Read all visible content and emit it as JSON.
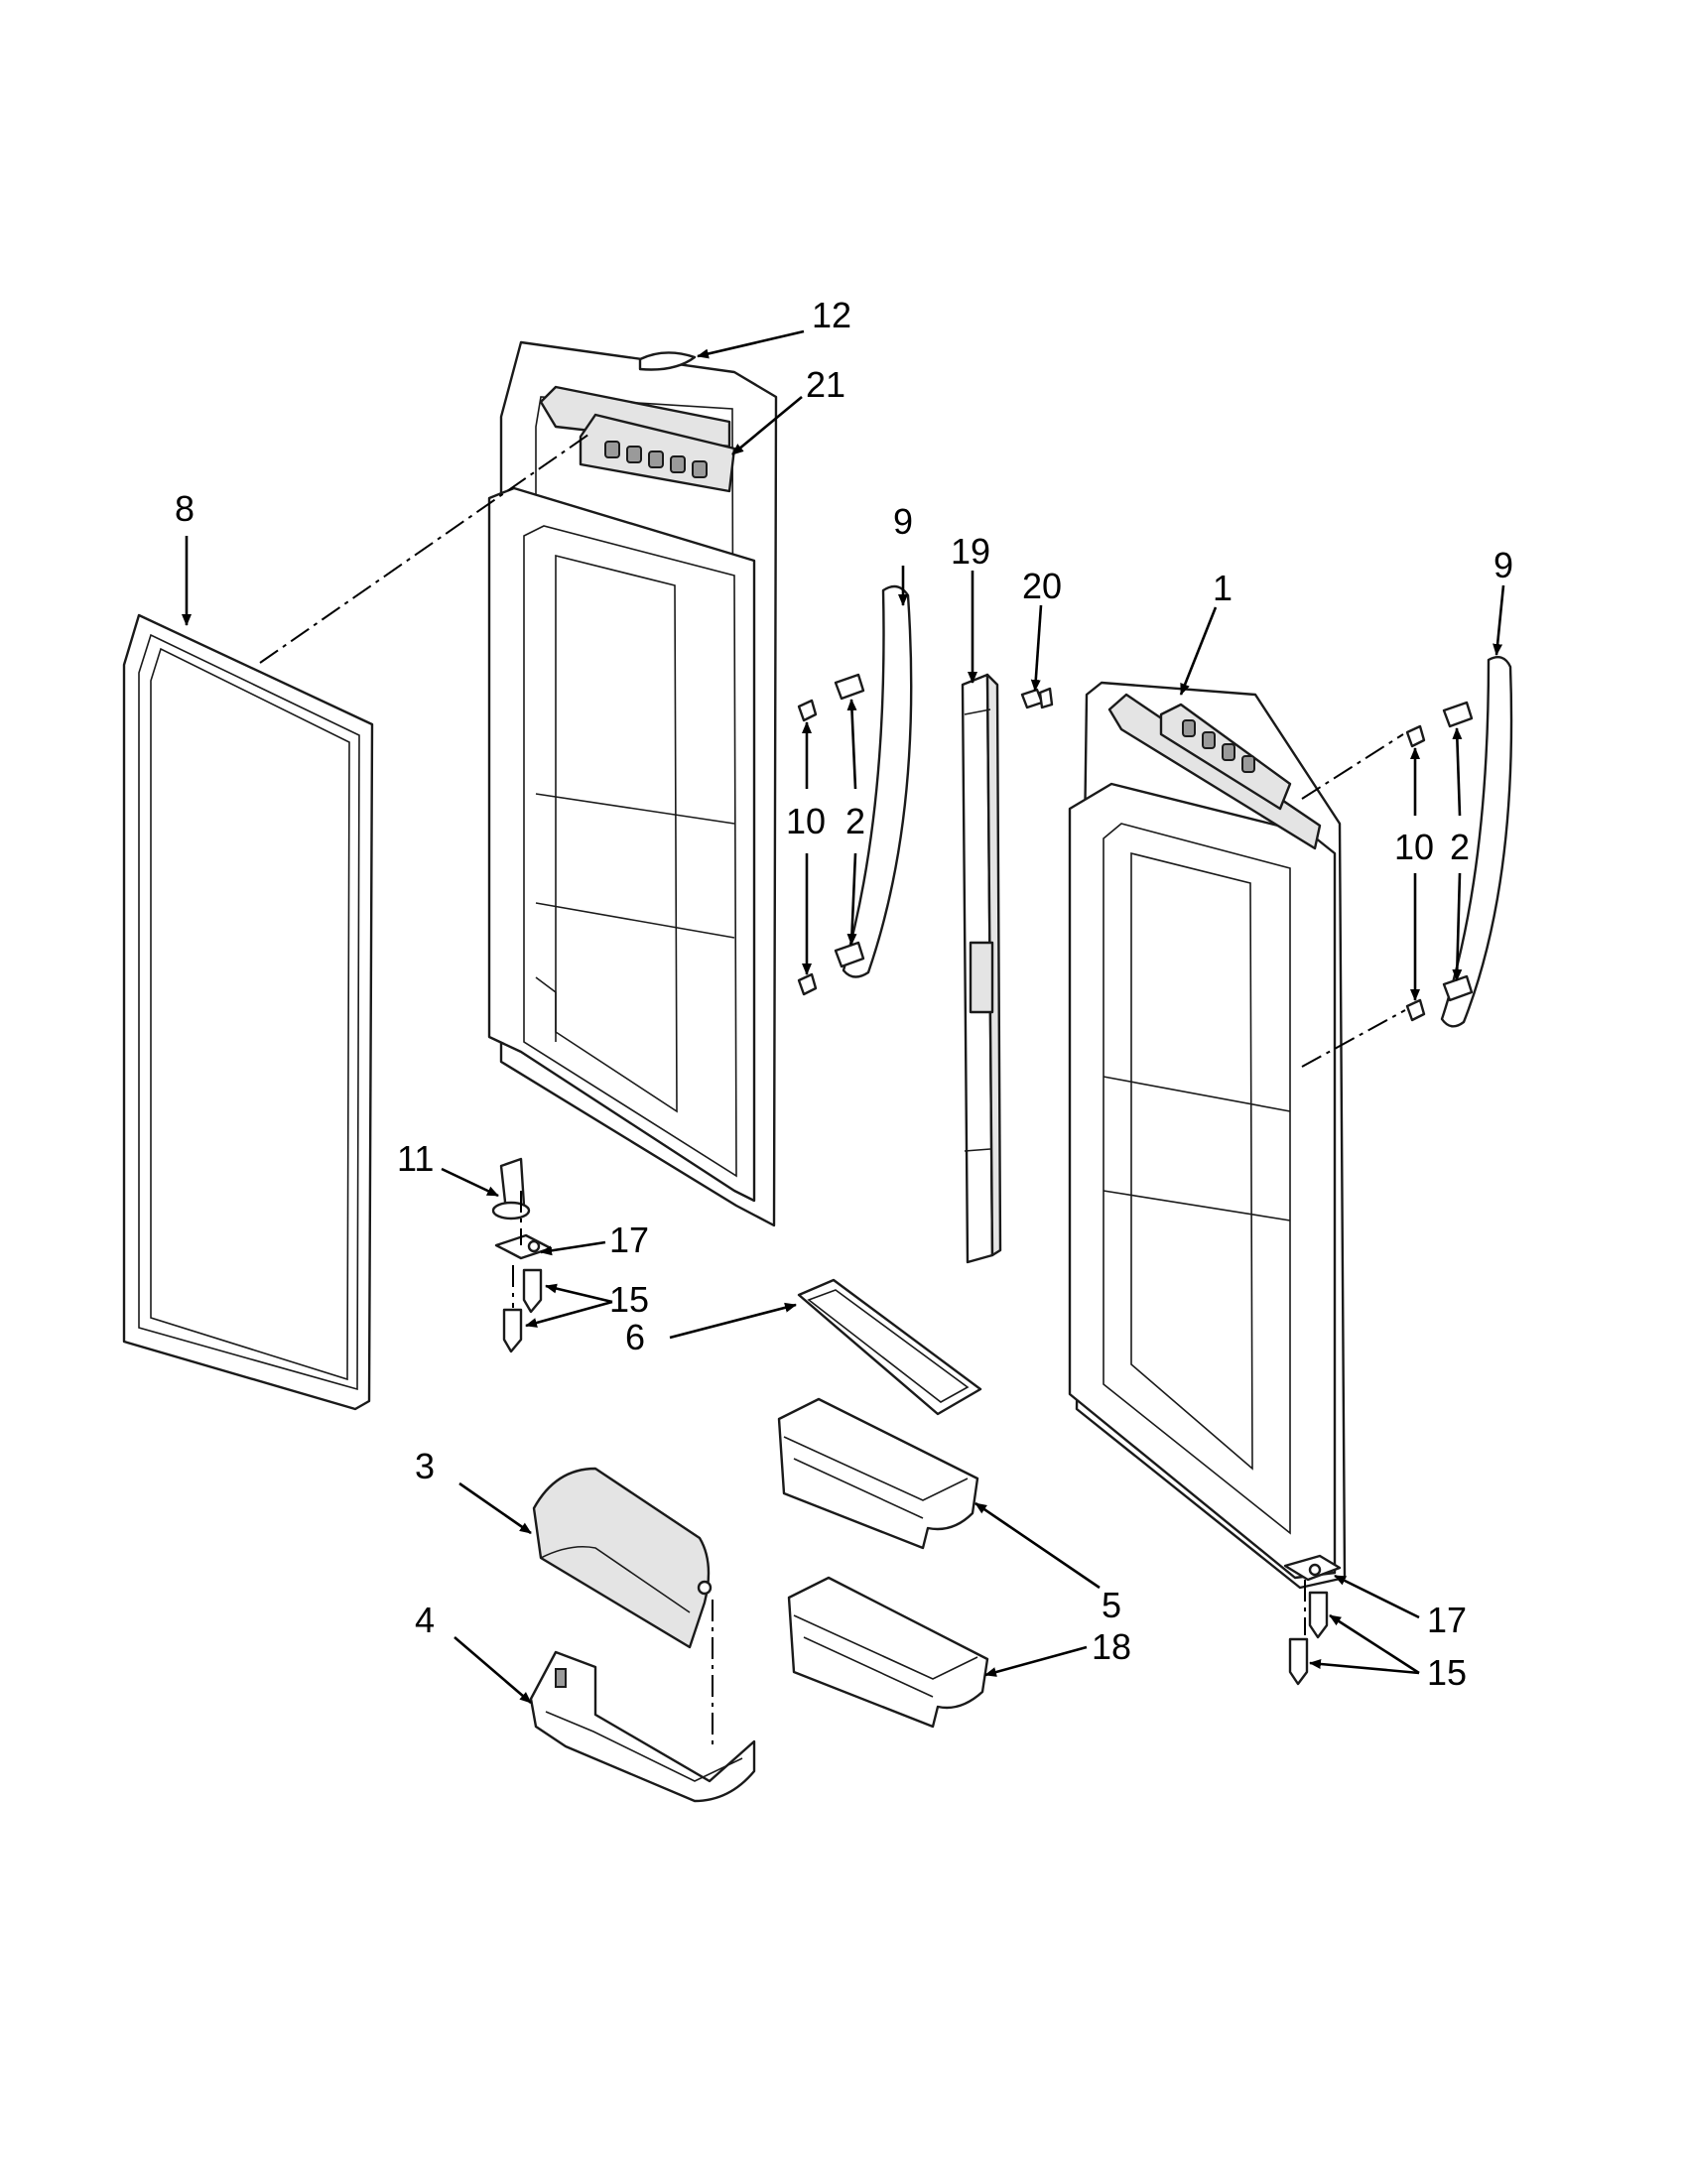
{
  "callouts": [
    {
      "id": "c12",
      "label": "12"
    },
    {
      "id": "c21",
      "label": "21"
    },
    {
      "id": "c8",
      "label": "8"
    },
    {
      "id": "c9a",
      "label": "9"
    },
    {
      "id": "c19",
      "label": "19"
    },
    {
      "id": "c20",
      "label": "20"
    },
    {
      "id": "c1",
      "label": "1"
    },
    {
      "id": "c9b",
      "label": "9"
    },
    {
      "id": "c10a",
      "label": "10"
    },
    {
      "id": "c2a",
      "label": "2"
    },
    {
      "id": "c10b",
      "label": "10"
    },
    {
      "id": "c2b",
      "label": "2"
    },
    {
      "id": "c11",
      "label": "11"
    },
    {
      "id": "c17a",
      "label": "17"
    },
    {
      "id": "c15a",
      "label": "15"
    },
    {
      "id": "c6",
      "label": "6"
    },
    {
      "id": "c3",
      "label": "3"
    },
    {
      "id": "c4",
      "label": "4"
    },
    {
      "id": "c5",
      "label": "5"
    },
    {
      "id": "c18",
      "label": "18"
    },
    {
      "id": "c17b",
      "label": "17"
    },
    {
      "id": "c15b",
      "label": "15"
    }
  ]
}
